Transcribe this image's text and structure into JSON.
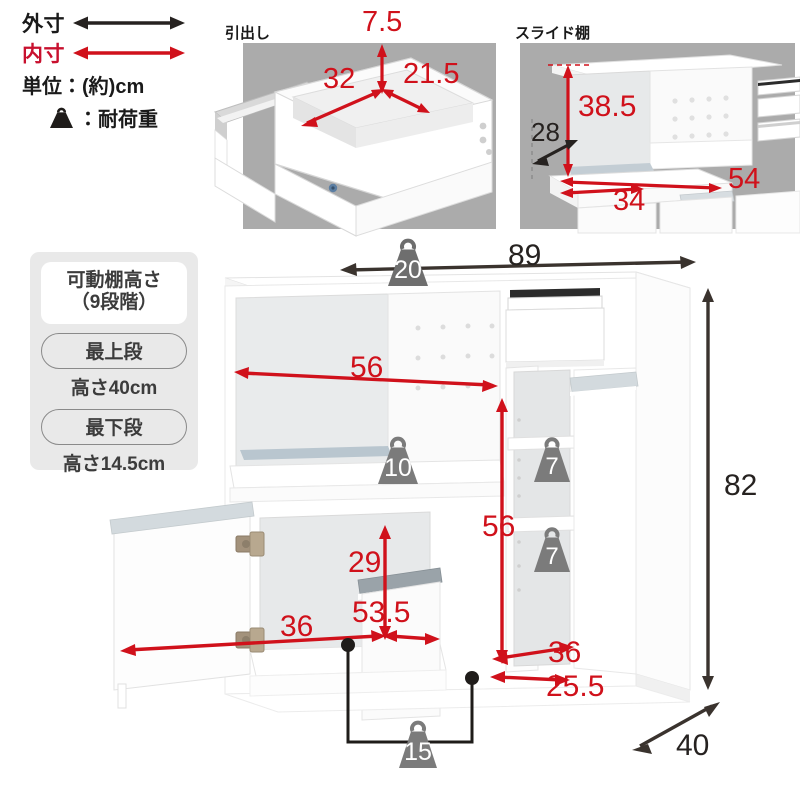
{
  "legend": {
    "outer_label": "外寸",
    "inner_label": "内寸",
    "unit_label": "単位：(約)cm",
    "load_label": "：耐荷重",
    "outer_color": "#262220",
    "inner_color": "#D0111B"
  },
  "panels": [
    {
      "title": "引出し",
      "dims": [
        {
          "value": "7.5",
          "kind": "inner"
        },
        {
          "value": "32",
          "kind": "inner"
        },
        {
          "value": "21.5",
          "kind": "inner"
        }
      ]
    },
    {
      "title": "スライド棚",
      "dims": [
        {
          "value": "38.5",
          "kind": "inner"
        },
        {
          "value": "28",
          "kind": "outer"
        },
        {
          "value": "34",
          "kind": "inner"
        },
        {
          "value": "54",
          "kind": "inner"
        }
      ]
    }
  ],
  "info_card": {
    "heading_line1": "可動棚高さ",
    "heading_line2": "（9段階）",
    "top_pill": "最上段",
    "top_value": "高さ40cm",
    "bottom_pill": "最下段",
    "bottom_value": "高さ14.5cm"
  },
  "main": {
    "width_outer": "89",
    "height_outer": "82",
    "depth_outer": "40",
    "open_shelf_width": "56",
    "right_column_height": "56",
    "right_column_depth_upper": "36",
    "right_column_depth_lower": "25.5",
    "left_cabinet_height": "29",
    "left_cabinet_depth": "36",
    "left_cabinet_width": "53.5"
  },
  "loads": [
    {
      "value": "20",
      "where": "top-board"
    },
    {
      "value": "10",
      "where": "open-shelf"
    },
    {
      "value": "7",
      "where": "right-shelf-upper"
    },
    {
      "value": "7",
      "where": "right-shelf-lower"
    },
    {
      "value": "15",
      "where": "lower-cabinet-shelf"
    }
  ]
}
